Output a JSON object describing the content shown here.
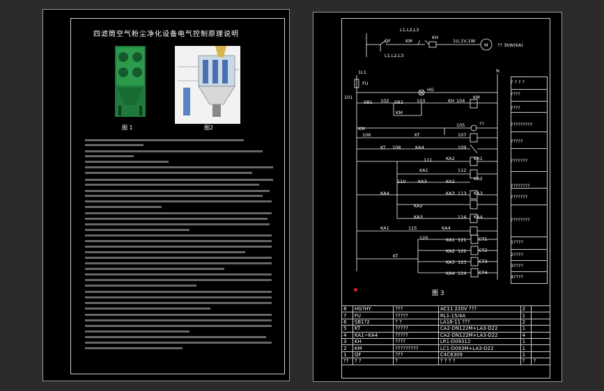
{
  "left_doc": {
    "title": "四滤筒空气粉尘净化设备电气控制原理说明",
    "fig1_caption": "图 1",
    "fig2_caption": "图2"
  },
  "schematic": {
    "main_circuit": {
      "qf": "QF",
      "l_top": "L1,L2,L3",
      "l_bottom": "L1,L2,L3",
      "km": "KM",
      "kh": "KH",
      "uvw": "1U,1V,1W",
      "motor": "M",
      "motor_rating": "??  3kW(6A)"
    },
    "labels": {
      "1L1": "1L1",
      "N": "N",
      "FU": "FU",
      "101": "101",
      "SB1": "SB1",
      "102": "102",
      "SB2": "SB2",
      "103": "103",
      "HG": "HG",
      "KH": "KH",
      "104": "104",
      "KM": "KM",
      "KM2": "KM",
      "KM3": "KM",
      "105": "105",
      "qq": "??",
      "106": "106",
      "KT": "KT",
      "107": "107",
      "KT1": "KT",
      "108": "108",
      "KA4": "KA4",
      "109": "109",
      "111": "111",
      "KA2a": "KA2",
      "KA1": "KA1",
      "KA1b": "KA1",
      "112": "112",
      "110": "110",
      "KA3": "KA3",
      "KA2b": "KA2",
      "KA2c": "KA2",
      "KA4b": "KA4",
      "KA3b": "KA3",
      "113": "113",
      "KA3c": "KA3",
      "KA2d": "KA2",
      "KA3d": "KA3",
      "114": "114",
      "KA4c": "KA4",
      "KA1c": "KA1",
      "115": "115",
      "KA4d": "KA4",
      "120": "120",
      "KA1d": "KA1",
      "121": "121",
      "CT1": "CT1",
      "KA2e": "KA2",
      "122": "122",
      "CT2": "CT2",
      "KTb": "KT",
      "KA3e": "KA3",
      "123": "123",
      "CT3": "CT3",
      "KA4e": "KA4",
      "124": "124",
      "CT4": "CT4"
    },
    "annotations": [
      "? ? ? ?",
      "????",
      "????",
      "?????????",
      "?????",
      "???????",
      "????????",
      "???????",
      "????????",
      "1????",
      "2????",
      "3????",
      "4????"
    ],
    "figure_caption": "图  3"
  },
  "bom": {
    "rows": [
      [
        "8",
        "HG?HY",
        "???",
        "AC11   220V    ???",
        "2"
      ],
      [
        "7",
        "FU",
        "?????",
        "RL1-15/4A",
        "1"
      ],
      [
        "6",
        "SB1?2",
        "?   ?",
        "LA18-11           ???",
        "2"
      ],
      [
        "5",
        "KT",
        "?????",
        "CA2-DN122M+LA3-D22",
        "1"
      ],
      [
        "4",
        "KA1~KA4",
        "?????",
        "CA2-DN122M+LA3-D22",
        "4"
      ],
      [
        "3",
        "KH",
        "????",
        "LR1-D09312",
        "1"
      ],
      [
        "2",
        "KM",
        "?????????",
        "LC1-D093M+LA3-D22",
        "1"
      ],
      [
        "1",
        "QF",
        "???",
        "C4C6309",
        "1"
      ],
      [
        "??",
        "?    ?",
        "?",
        "?   ?   ?   ?",
        "?",
        "?"
      ]
    ]
  }
}
